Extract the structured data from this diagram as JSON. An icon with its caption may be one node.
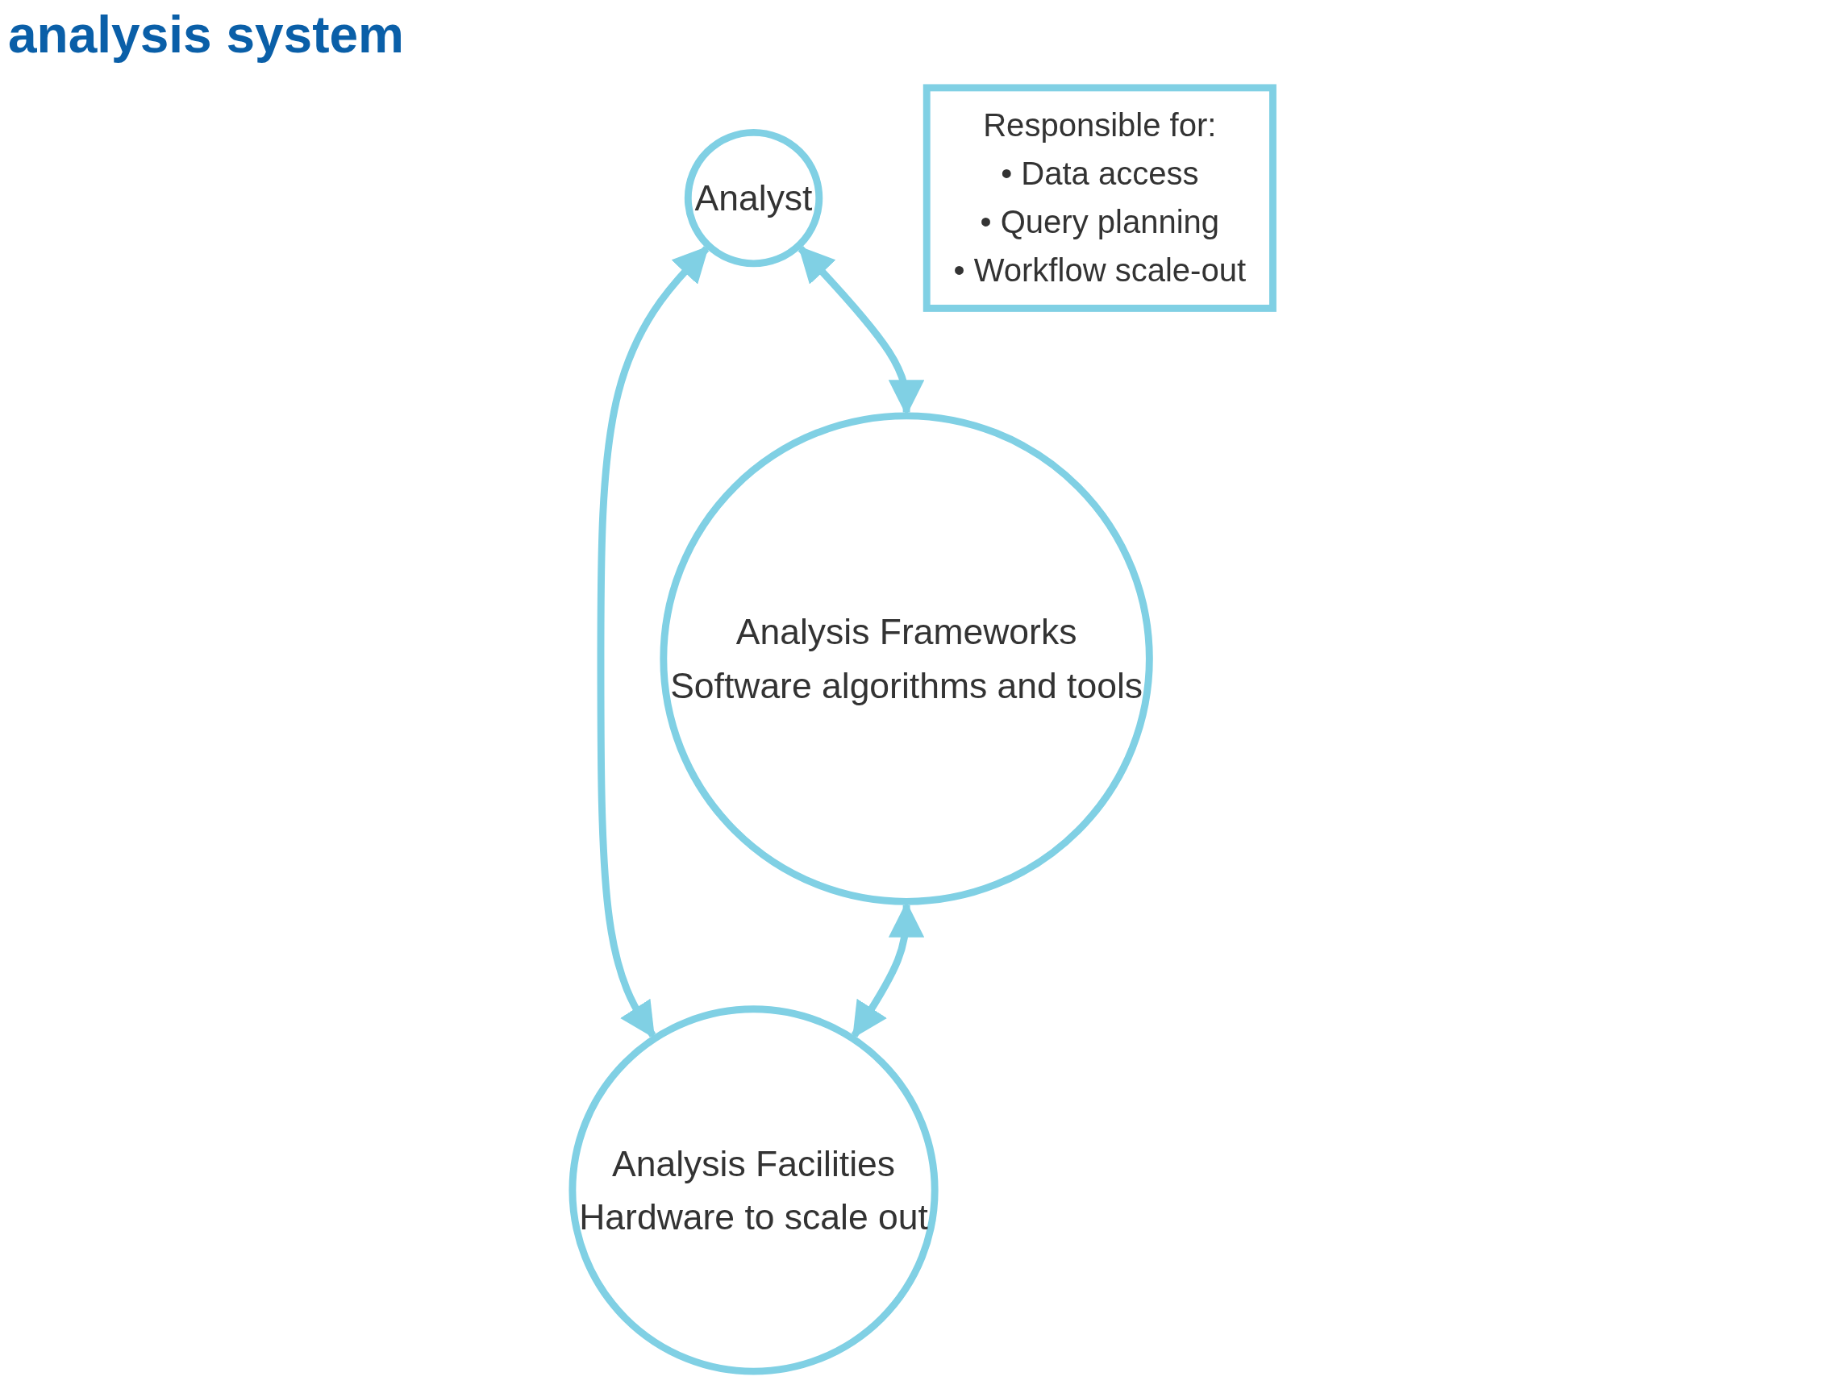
{
  "diagram": {
    "title": "analysis system",
    "nodes": [
      {
        "text": [
          "Analyst"
        ]
      },
      {
        "text": [
          "Responsible for:",
          "• Data access",
          "• Query planning",
          "• Workflow scale-out"
        ]
      },
      {
        "text": [
          "Analysis Frameworks",
          "Software algorithms and tools"
        ]
      },
      {
        "text": [
          "Analysis Facilities",
          "Hardware to scale out"
        ]
      }
    ],
    "edges": [
      {
        "from": 0,
        "to": 2,
        "arrow": "both"
      },
      {
        "from": 0,
        "to": 3,
        "arrow": "both"
      },
      {
        "from": 2,
        "to": 3,
        "arrow": "both"
      }
    ]
  }
}
